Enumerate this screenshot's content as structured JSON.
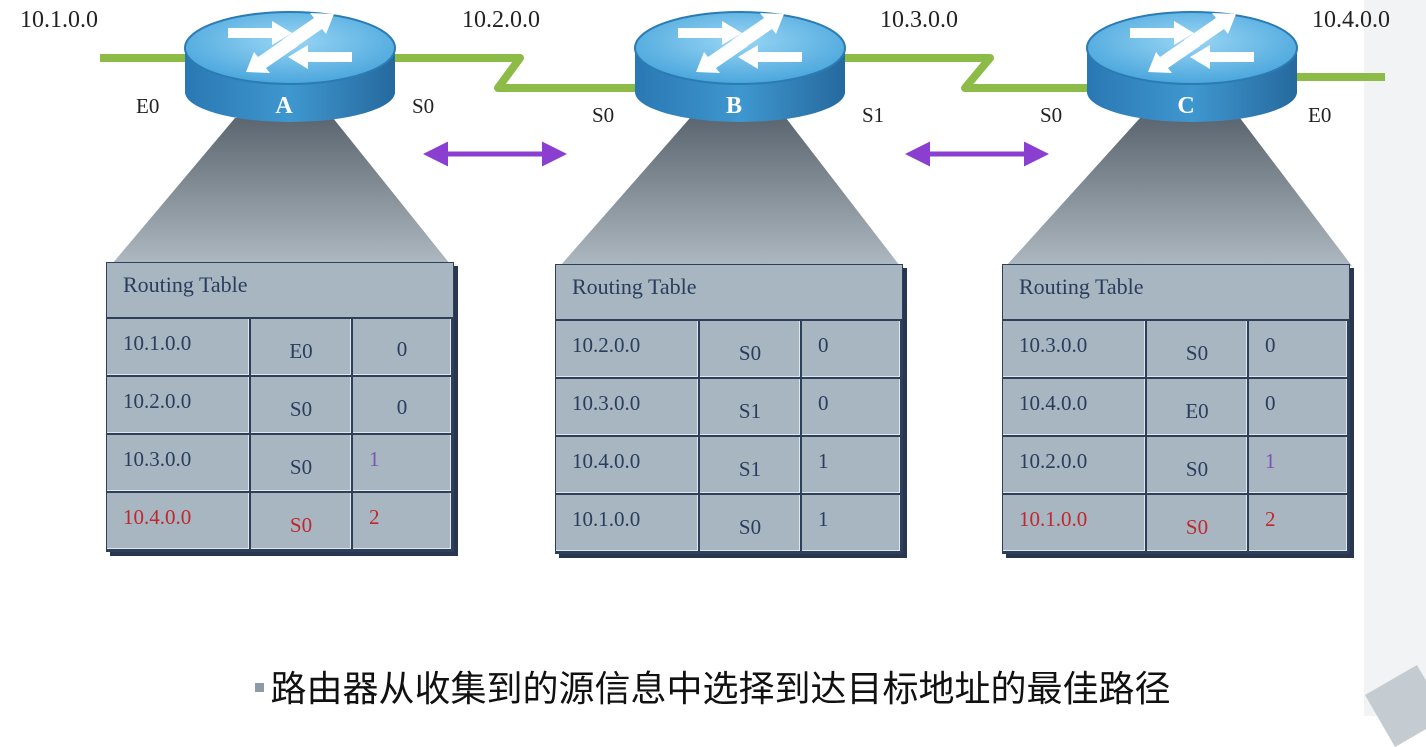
{
  "networks": [
    "10.1.0.0",
    "10.2.0.0",
    "10.3.0.0",
    "10.4.0.0"
  ],
  "routers": [
    {
      "name": "A",
      "left_if": "E0",
      "right_if": "S0"
    },
    {
      "name": "B",
      "left_if": "S0",
      "right_if": "S1"
    },
    {
      "name": "C",
      "left_if": "S0",
      "right_if": "E0"
    }
  ],
  "tables": [
    {
      "title": "Routing Table",
      "rows": [
        {
          "net": "10.1.0.0",
          "iface": "E0",
          "hop": "0"
        },
        {
          "net": "10.2.0.0",
          "iface": "S0",
          "hop": "0"
        },
        {
          "net": "10.3.0.0",
          "iface": "S0",
          "hop": "1"
        },
        {
          "net": "10.4.0.0",
          "iface": "S0",
          "hop": "2"
        }
      ]
    },
    {
      "title": "Routing Table",
      "rows": [
        {
          "net": "10.2.0.0",
          "iface": "S0",
          "hop": "0"
        },
        {
          "net": "10.3.0.0",
          "iface": "S1",
          "hop": "0"
        },
        {
          "net": "10.4.0.0",
          "iface": "S1",
          "hop": "1"
        },
        {
          "net": "10.1.0.0",
          "iface": "S0",
          "hop": "1"
        }
      ]
    },
    {
      "title": "Routing Table",
      "rows": [
        {
          "net": "10.3.0.0",
          "iface": "S0",
          "hop": "0"
        },
        {
          "net": "10.4.0.0",
          "iface": "E0",
          "hop": "0"
        },
        {
          "net": "10.2.0.0",
          "iface": "S0",
          "hop": "1"
        },
        {
          "net": "10.1.0.0",
          "iface": "S0",
          "hop": "2"
        }
      ]
    }
  ],
  "caption": "路由器从收集到的源信息中选择到达目标地址的最佳路径",
  "colors": {
    "link": "#8dbb47",
    "exchange_arrow": "#8a3fd1",
    "router_top": "#5fb3e2",
    "router_side": "#2b7bb4",
    "table_bg": "#a7b6c1",
    "highlight_red": "#c0282d",
    "hop_purple": "#7b55b2"
  }
}
